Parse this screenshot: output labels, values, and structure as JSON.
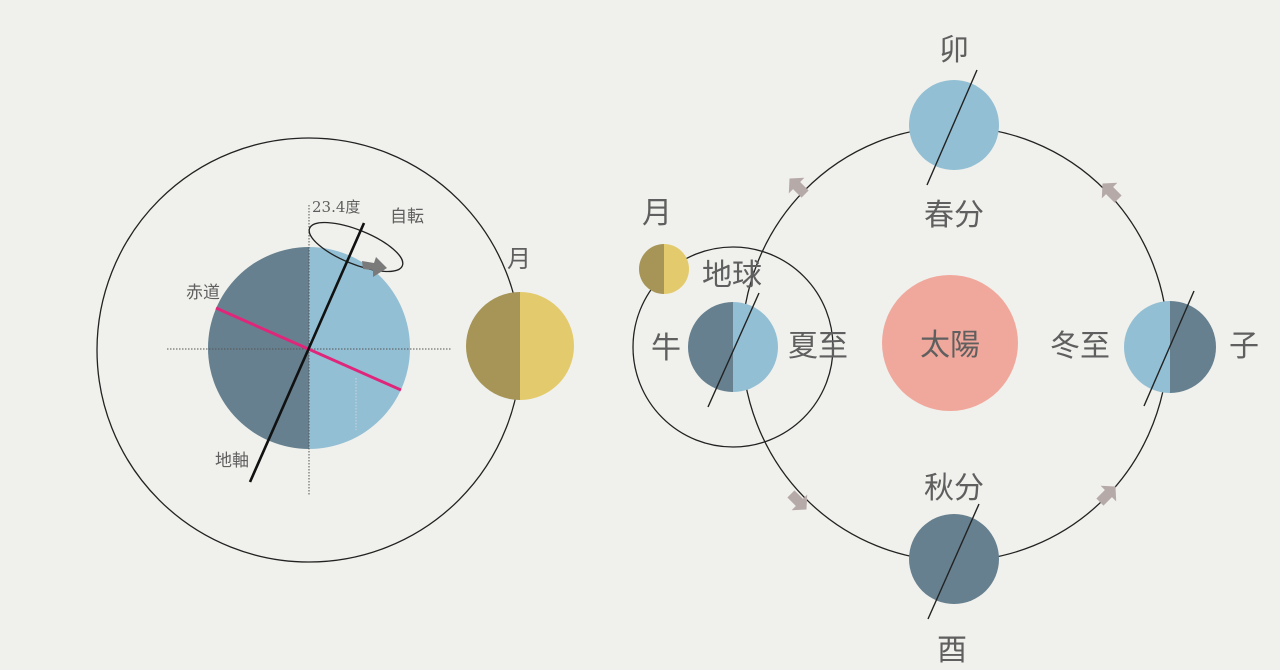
{
  "colors": {
    "background": "#f0f0ec",
    "earth_dark": "#66808f",
    "earth_light": "#92bfd4",
    "moon_dark": "#a69556",
    "moon_light": "#e3ca6c",
    "sun": "#f0a89c",
    "equator": "#e0267a",
    "arrow": "#b5aaa8",
    "rotation_arrow": "#7a7a7a",
    "line": "#222222",
    "text": "#5f5f5f"
  },
  "left_diagram": {
    "tilt_label": "23.4度",
    "rotation_label": "自転",
    "equator_label": "赤道",
    "axis_label": "地軸",
    "moon_label": "月"
  },
  "right_diagram": {
    "sun_label": "太陽",
    "earth_label": "地球",
    "moon_label": "月",
    "positions": {
      "top": {
        "season": "春分",
        "direction": "卯"
      },
      "left": {
        "season": "夏至",
        "direction": "牛"
      },
      "right": {
        "season": "冬至",
        "direction": "子"
      },
      "bottom": {
        "season": "秋分",
        "direction": "酉"
      }
    }
  }
}
